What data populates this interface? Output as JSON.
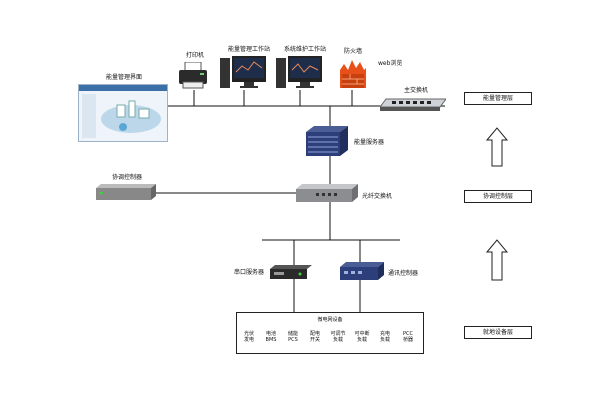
{
  "labels": {
    "printer": "打印机",
    "energy_workstation": "能量管理工作站",
    "maint_workstation": "系统维护工作站",
    "firewall": "防火墙",
    "web_browse": "web浏览",
    "energy_ui": "能量管理界面",
    "main_switch": "主交换机",
    "energy_server": "能量服务器",
    "coord_controller": "协调控制器",
    "fiber_switch": "光纤交换机",
    "serial_server": "串口服务器",
    "comm_controller": "通讯控制器",
    "microgrid_devices": "微电网设备"
  },
  "layers": {
    "top": "能量管理层",
    "middle": "协调控制层",
    "bottom": "就地设备层"
  },
  "devices": [
    {
      "line1": "光伏",
      "line2": "发电"
    },
    {
      "line1": "电池",
      "line2": "BMS"
    },
    {
      "line1": "储能",
      "line2": "PCS"
    },
    {
      "line1": "配电",
      "line2": "开关"
    },
    {
      "line1": "可调节",
      "line2": "负载"
    },
    {
      "line1": "可中断",
      "line2": "负载"
    },
    {
      "line1": "充电",
      "line2": "负载"
    },
    {
      "line1": "PCC",
      "line2": "桥器"
    }
  ],
  "colors": {
    "line": "#111111",
    "firewall": "#e8501a",
    "server_blue": "#2c3f7a",
    "screen": "#1d2d4a"
  }
}
